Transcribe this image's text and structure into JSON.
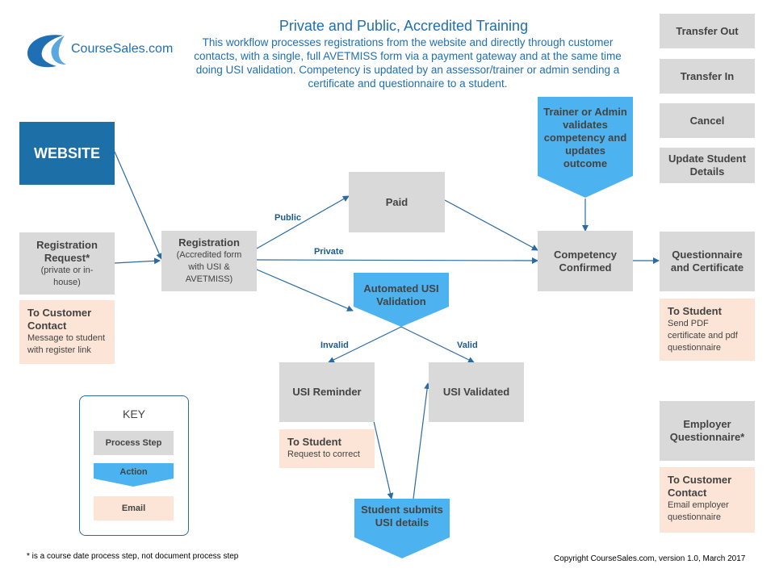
{
  "header": {
    "title": "Private and Public, Accredited Training",
    "subtitle": "This workflow processes registrations from the website and directly through customer contacts, with a single, full AVETMISS form via a payment gateway and at the same time doing USI validation. Competency is updated by an assessor/trainer or admin sending a certificate and questionnaire to a student."
  },
  "logo": {
    "text": "CourseSales.com"
  },
  "nodes": {
    "website": "WEBSITE",
    "registration_request": {
      "title": "Registration Request*",
      "sub": "(private or in-house)"
    },
    "registration": {
      "title": "Registration",
      "sub": "(Accredited form with USI & AVETMISS)"
    },
    "paid": "Paid",
    "competency": "Competency Confirmed",
    "questionnaire": "Questionnaire and Certificate",
    "trainer_action": "Trainer or Admin validates competency and updates outcome",
    "usi_validation": "Automated USI Validation",
    "usi_reminder": "USI Reminder",
    "usi_validated": "USI Validated",
    "student_submits": "Student submits USI details",
    "employer_questionnaire": "Employer Questionnaire*"
  },
  "side_actions": [
    "Transfer Out",
    "Transfer In",
    "Cancel",
    "Update Student Details"
  ],
  "emails": {
    "customer_contact": {
      "heading": "To Customer Contact",
      "body": "Message to student with register link"
    },
    "student_certificate": {
      "heading": "To Student",
      "body": "Send PDF certificate and pdf questionnaire"
    },
    "student_correct": {
      "heading": "To Student",
      "body": "Request to correct"
    },
    "customer_employer": {
      "heading": "To Customer Contact",
      "body": "Email employer questionnaire"
    }
  },
  "edge_labels": {
    "public": "Public",
    "private": "Private",
    "invalid": "Invalid",
    "valid": "Valid"
  },
  "key": {
    "title": "KEY",
    "process": "Process Step",
    "action": "Action",
    "email": "Email"
  },
  "footnote": "* is a course date process step, not document process step",
  "copyright": "Copyright CourseSales.com, version 1.0, March 2017",
  "colors": {
    "process": "#d9d9d9",
    "action": "#4db3f0",
    "email": "#fce5d6",
    "website": "#1d6fa8",
    "edge": "#2b6aa3",
    "title": "#1f6fb4"
  }
}
